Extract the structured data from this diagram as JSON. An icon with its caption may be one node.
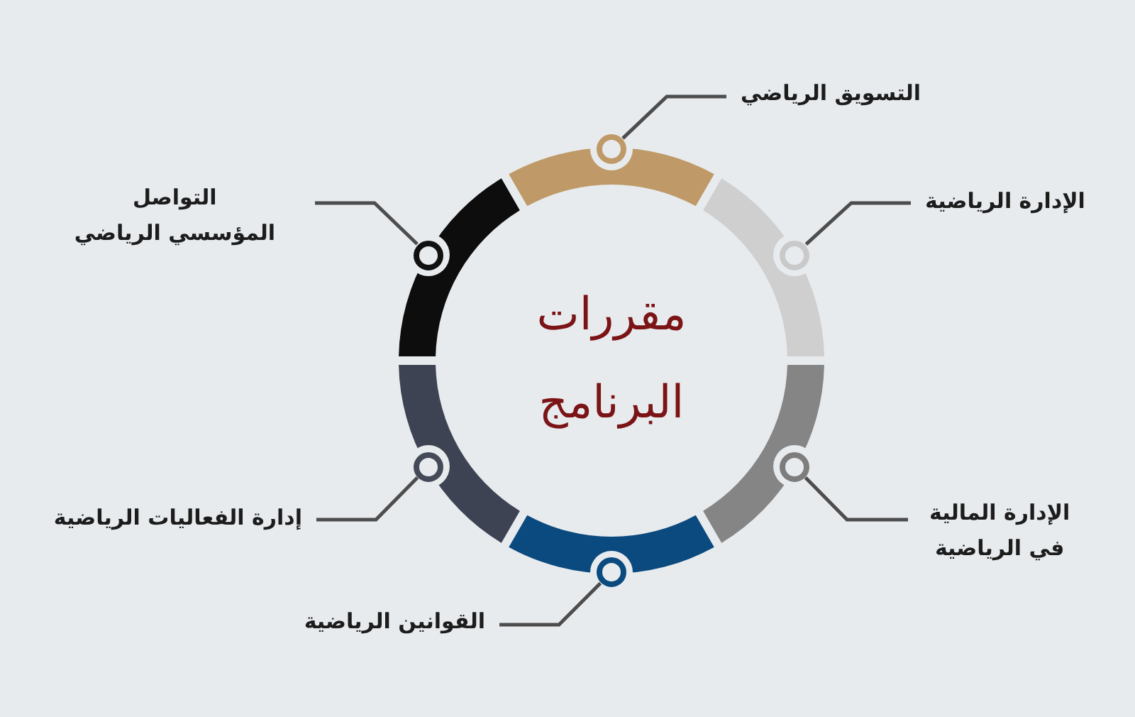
{
  "diagram": {
    "title": "مقررات البرنامج",
    "nodes": [
      {
        "text": [
          "التسويق الرياضي"
        ]
      },
      {
        "text": [
          "الإدارة الرياضية"
        ]
      },
      {
        "text": [
          "التواصل المؤسسي الرياضي"
        ]
      },
      {
        "text": [
          "الإدارة المالية في الرياضية"
        ]
      },
      {
        "text": [
          "إدارة الفعاليات الرياضية"
        ]
      },
      {
        "text": [
          "القوانين الرياضية"
        ]
      },
      {
        "text": [],
        "shape": "circle"
      },
      {
        "text": [],
        "shape": "circle"
      },
      {
        "text": [],
        "shape": "circle"
      },
      {
        "text": [],
        "shape": "circle"
      },
      {
        "text": [],
        "shape": "circle"
      },
      {
        "text": [],
        "shape": "circle"
      }
    ],
    "edges": [
      {
        "from": 0,
        "to": 6,
        "arrow": "none"
      },
      {
        "from": 1,
        "to": 7,
        "arrow": "none"
      },
      {
        "from": 2,
        "to": 8,
        "arrow": "none"
      },
      {
        "from": 3,
        "to": 9,
        "arrow": "none"
      },
      {
        "from": 4,
        "to": 10,
        "arrow": "none"
      },
      {
        "from": 5,
        "to": 11,
        "arrow": "none"
      }
    ]
  }
}
